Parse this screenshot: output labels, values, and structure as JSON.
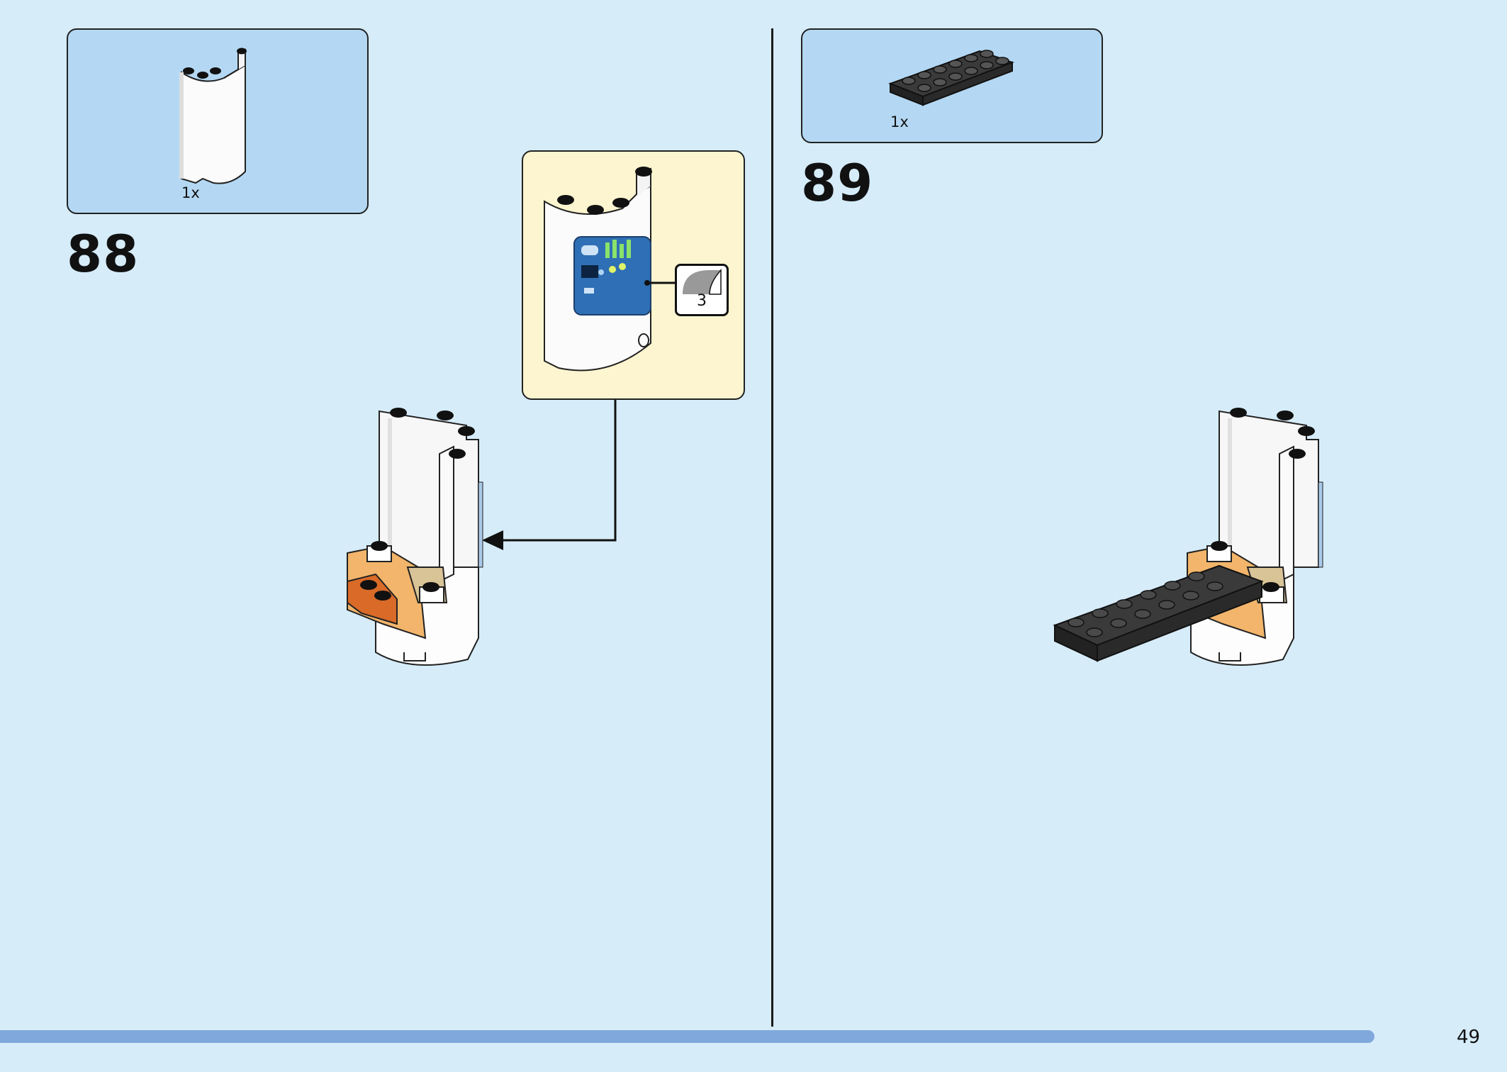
{
  "steps": [
    {
      "number": "88",
      "parts": [
        {
          "quantity": "1x",
          "part_icon": "white-curved-panel-icon"
        }
      ]
    },
    {
      "number": "89",
      "parts": [
        {
          "quantity": "1x",
          "part_icon": "black-plate-2x6-icon"
        }
      ]
    }
  ],
  "callout": {
    "sticker_number": "3",
    "icon": "sticker-sheet-icon"
  },
  "footer": {
    "page_number": "49",
    "progress": 0.955
  },
  "colors": {
    "background": "#d6ecf9",
    "parts_box": "#b4d8f3",
    "callout_bg": "#fdf5cf",
    "progress_bar": "#80a8dc"
  }
}
